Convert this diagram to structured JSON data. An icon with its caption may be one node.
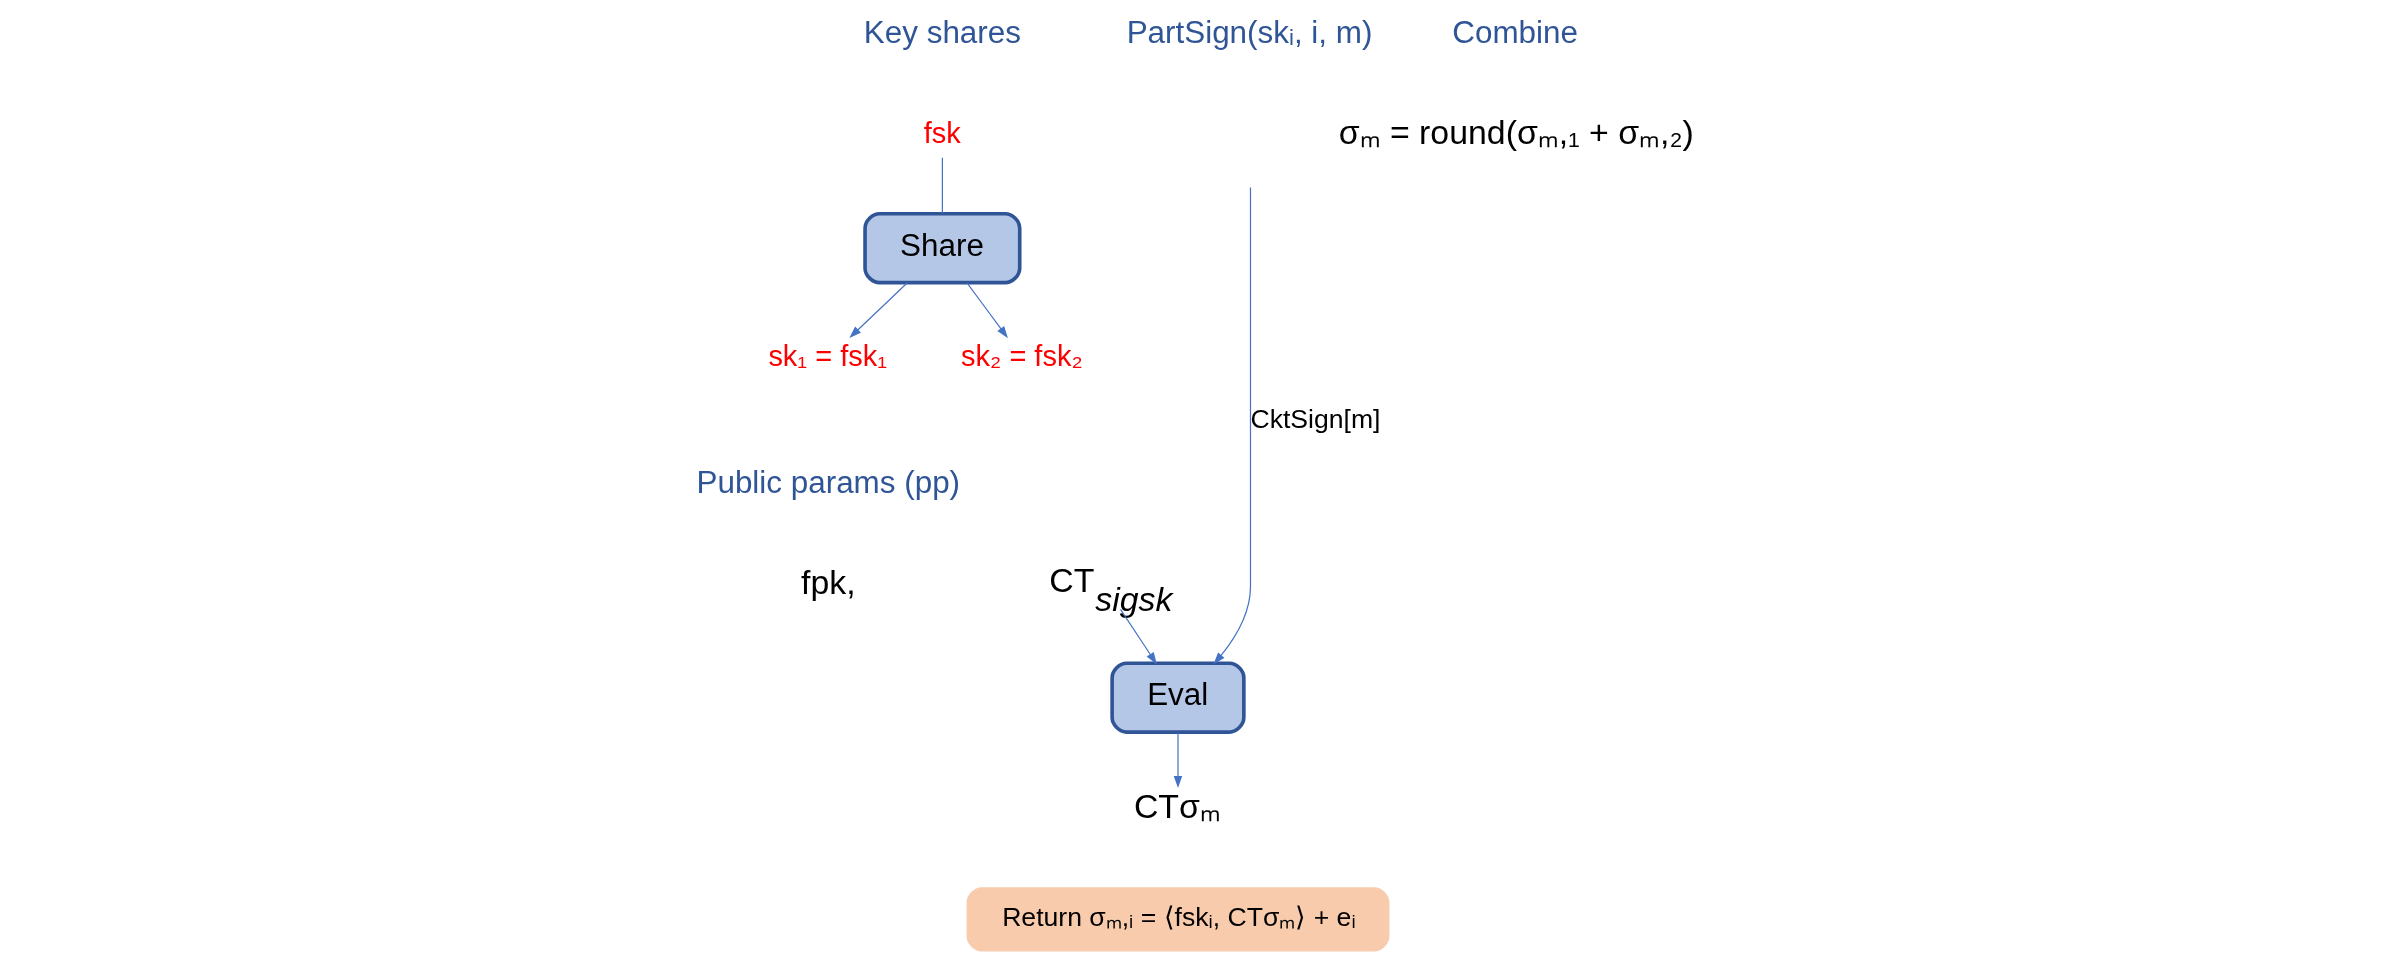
{
  "diagram": {
    "nodes": [
      {
        "text": [
          "fsk"
        ]
      },
      {
        "text": [
          "Share"
        ]
      },
      {
        "text": [
          "sk₁ = fsk₁"
        ]
      },
      {
        "text": [
          "sk₂ = fsk₂"
        ]
      },
      {
        "text": [
          "Eval"
        ]
      },
      {
        "text": [
          "CTσₘ"
        ]
      },
      {
        "text": [
          "Return σₘ,ᵢ = ⟨fskᵢ, CTσₘ⟩ + eᵢ"
        ]
      },
      {
        "text": [
          "CT$_{sigsk}$"
        ]
      }
    ],
    "edges": [
      {
        "from": 0,
        "to": 1,
        "arrow": "none"
      },
      {
        "from": 1,
        "to": 2,
        "arrow": "to"
      },
      {
        "from": 1,
        "to": 3,
        "arrow": "to"
      },
      {
        "from": null,
        "to": 4,
        "arrow": "to",
        "label": "CktSign[m]"
      },
      {
        "from": 4,
        "to": 5,
        "arrow": "to"
      },
      {
        "from": 7,
        "to": 4,
        "arrow": "to"
      }
    ],
    "labels": [
      "Key shares",
      "PartSign(skᵢ, i, m)",
      "Combine",
      "σₘ = round(σₘ,₁ + σₘ,₂)",
      "Public params (pp)",
      "fpk,"
    ]
  }
}
